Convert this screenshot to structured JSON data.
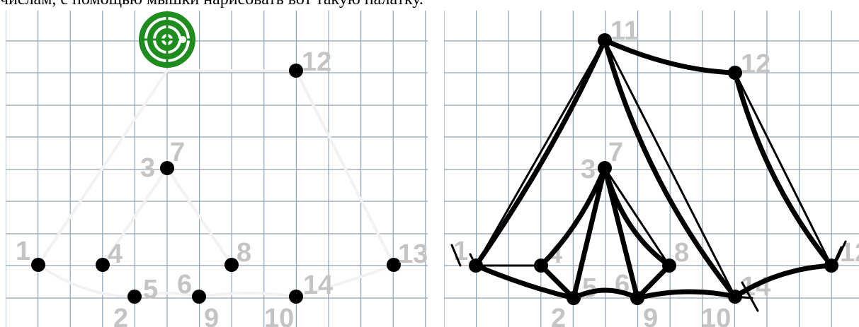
{
  "caption": "числам, с помощью мышки нарисовать вот такую палатку.",
  "left_panel": {
    "points": [
      {
        "label": "1"
      },
      {
        "label": "2"
      },
      {
        "label": "3"
      },
      {
        "label": "4"
      },
      {
        "label": "5"
      },
      {
        "label": "6"
      },
      {
        "label": "7"
      },
      {
        "label": "8"
      },
      {
        "label": "9"
      },
      {
        "label": "10"
      },
      {
        "label": "12"
      },
      {
        "label": "13"
      },
      {
        "label": "14"
      }
    ],
    "cursor_icon": "target-cursor-icon",
    "cursor_color": "#1e8c1e"
  },
  "right_panel": {
    "points": [
      {
        "label": "1"
      },
      {
        "label": "2"
      },
      {
        "label": "3"
      },
      {
        "label": "4"
      },
      {
        "label": "5"
      },
      {
        "label": "6"
      },
      {
        "label": "7"
      },
      {
        "label": "8"
      },
      {
        "label": "9"
      },
      {
        "label": "10"
      },
      {
        "label": "11"
      },
      {
        "label": "12"
      },
      {
        "label": "14"
      }
    ]
  },
  "colors": {
    "grid": "#8fa3b8",
    "dot": "#000000",
    "label": "#c4c4c4",
    "cursor": "#1e8c1e"
  }
}
